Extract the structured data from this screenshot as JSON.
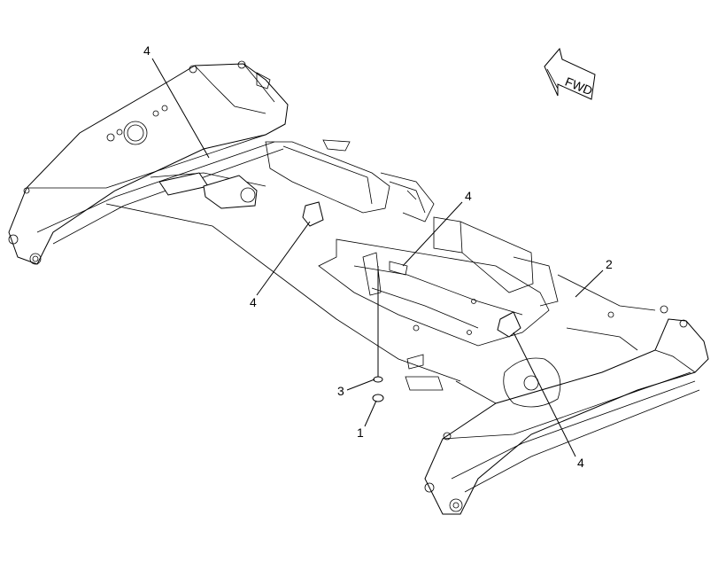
{
  "diagram": {
    "fwd_label": "FWD",
    "callouts": [
      {
        "id": "c4a",
        "label": "4"
      },
      {
        "id": "c4b",
        "label": "4"
      },
      {
        "id": "c4c",
        "label": "4"
      },
      {
        "id": "c4d",
        "label": "4"
      },
      {
        "id": "c2",
        "label": "2"
      },
      {
        "id": "c3",
        "label": "3"
      },
      {
        "id": "c1",
        "label": "1"
      }
    ]
  }
}
